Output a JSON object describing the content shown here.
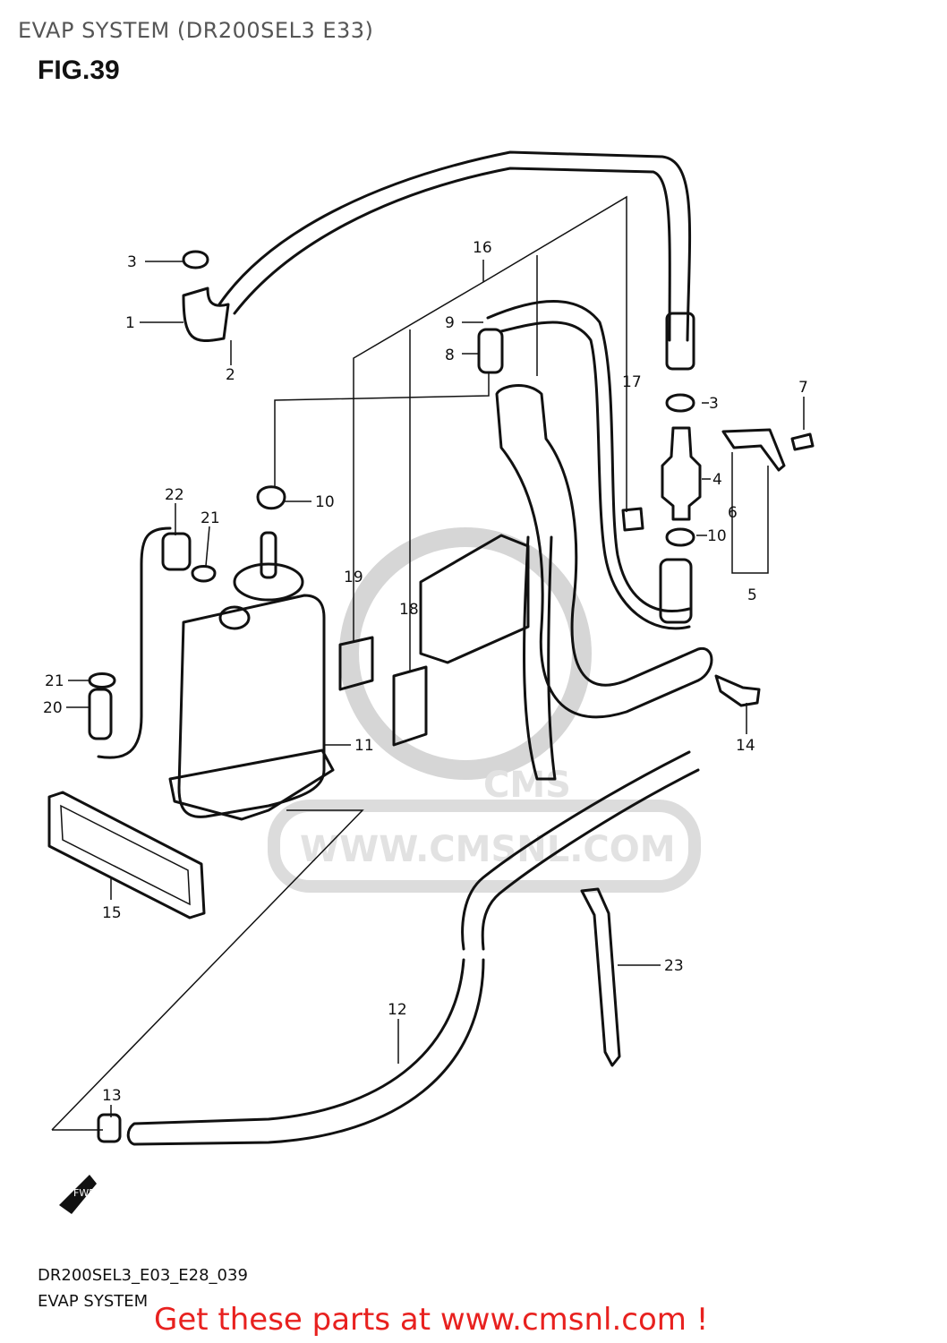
{
  "header": {
    "title": "EVAP SYSTEM (DR200SEL3 E33)",
    "figure": "FIG.39"
  },
  "footer": {
    "code": "DR200SEL3_E03_E28_039",
    "system": "EVAP SYSTEM",
    "promo": "Get these parts at www.cmsnl.com !"
  },
  "watermark": {
    "brand": "CMS",
    "url": "WWW.CMSNL.COM"
  },
  "diagram": {
    "fwd_label": "FWD",
    "callouts": [
      "1",
      "2",
      "3",
      "3",
      "4",
      "5",
      "6",
      "7",
      "8",
      "9",
      "10",
      "10",
      "11",
      "12",
      "13",
      "14",
      "15",
      "16",
      "17",
      "18",
      "19",
      "20",
      "21",
      "21",
      "22",
      "23"
    ]
  }
}
